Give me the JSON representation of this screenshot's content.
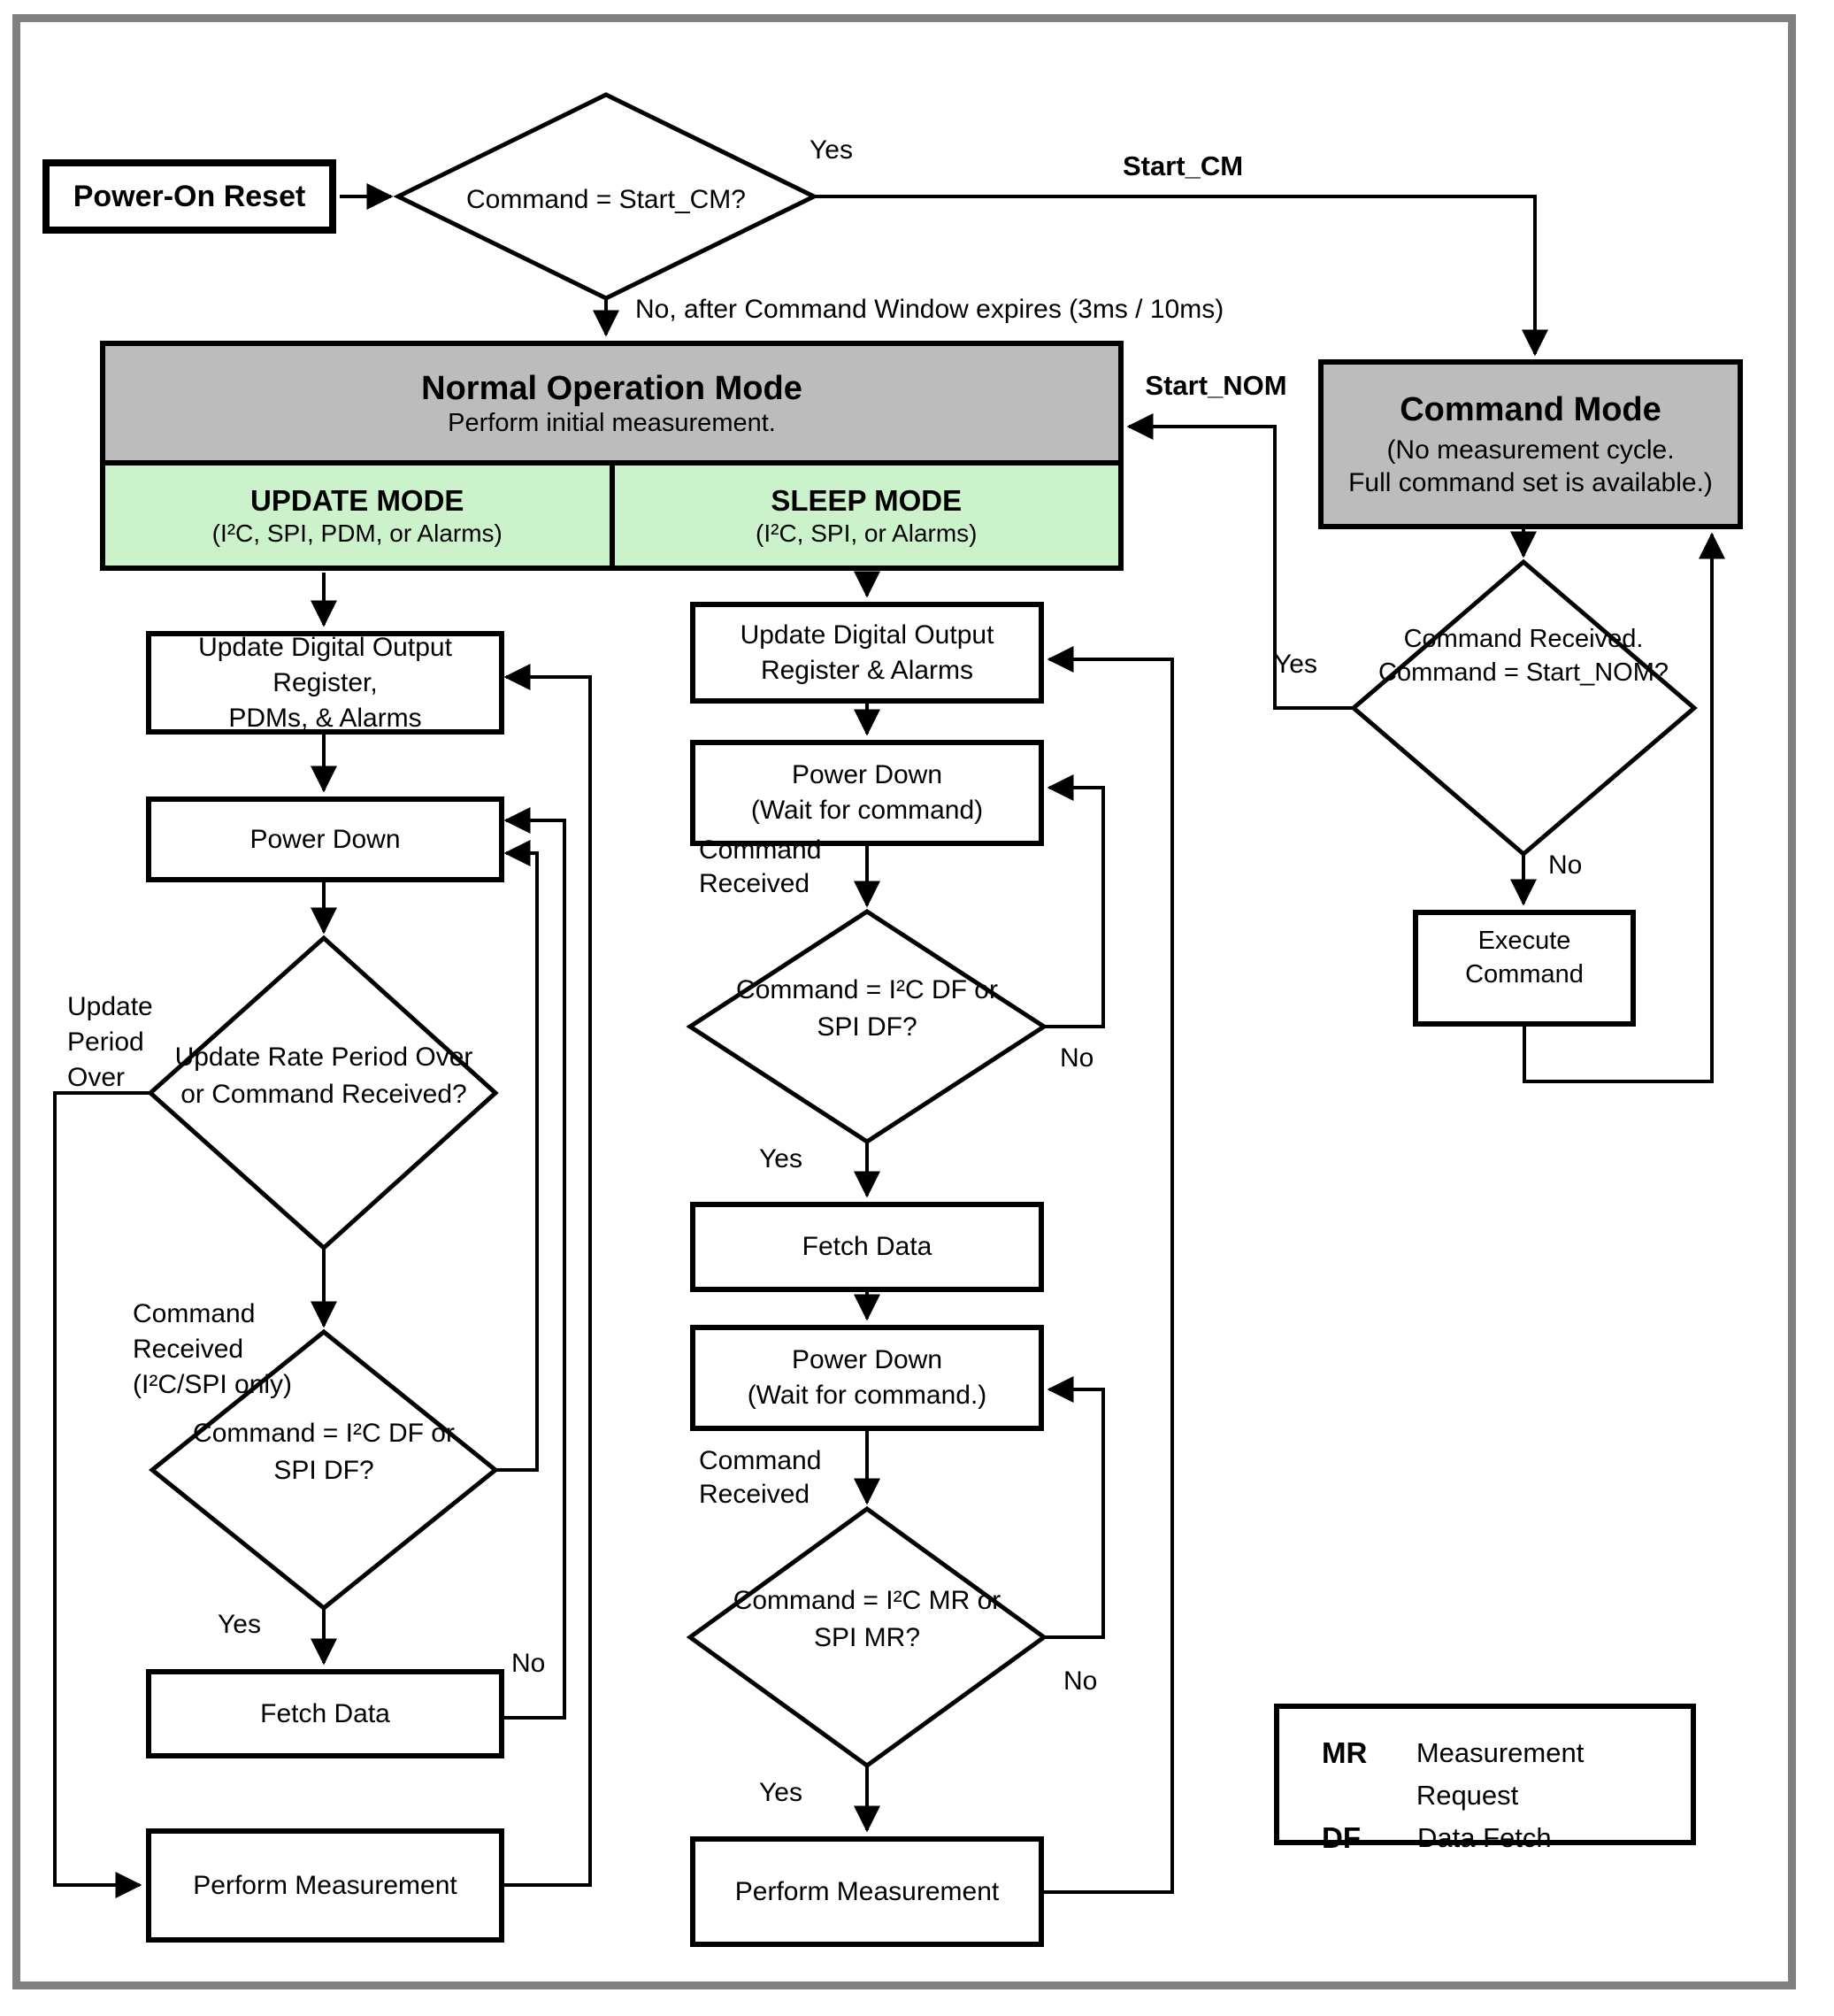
{
  "colors": {
    "box_gray": "#bcbcbc",
    "box_green": "#ccf2cc",
    "frame_gray": "#808080",
    "line_black": "#000000"
  },
  "top": {
    "power_on_reset": "Power-On Reset",
    "decision_start_cm": "Command = Start_CM?",
    "yes_label": "Yes",
    "start_cm_label": "Start_CM",
    "no_after_label": "No, after Command Window expires (3ms / 10ms)"
  },
  "normal_operation_mode": {
    "title": "Normal Operation Mode",
    "subtitle": "Perform initial measurement.",
    "update_mode_title": "UPDATE MODE",
    "update_mode_subtitle": "(I²C, SPI, PDM, or Alarms)",
    "sleep_mode_title": "SLEEP MODE",
    "sleep_mode_subtitle": "(I²C, SPI, or Alarms)"
  },
  "command_mode": {
    "title": "Command Mode",
    "subtitle_line1": "(No measurement cycle.",
    "subtitle_line2": "Full command set is available.)",
    "start_nom_label": "Start_NOM",
    "yes_label": "Yes",
    "no_label": "No",
    "decision_line1": "Command",
    "decision_line2": "Received.",
    "decision_line3": "Command =",
    "decision_line4": "Start_NOM?",
    "execute_line1": "Execute",
    "execute_line2": "Command"
  },
  "update_mode_column": {
    "update_box_line1": "Update Digital Output Register,",
    "update_box_line2": "PDMs, & Alarms",
    "power_down": "Power Down",
    "update_period_line1": "Update",
    "update_period_line2": "Period",
    "update_period_line3": "Over",
    "decision1_line1": "Update Rate Period",
    "decision1_line2": "Over or Command",
    "decision1_line3": "Received?",
    "command_received_line1": "Command",
    "command_received_line2": "Received",
    "command_received_line3": "(I²C/SPI only)",
    "decision2_line1": "Command =",
    "decision2_line2": "I²C DF or",
    "decision2_line3": "SPI DF?",
    "no_label": "No",
    "yes_label": "Yes",
    "fetch_data": "Fetch Data",
    "perform_measurement": "Perform Measurement"
  },
  "sleep_mode_column": {
    "update_box_line1": "Update Digital Output",
    "update_box_line2": "Register & Alarms",
    "power_down1_line1": "Power Down",
    "power_down1_line2": "(Wait for command)",
    "command_received1_line1": "Command",
    "command_received1_line2": "Received",
    "decision_df_line1": "Command =",
    "decision_df_line2": "I²C DF or",
    "decision_df_line3": "SPI DF?",
    "no1_label": "No",
    "yes1_label": "Yes",
    "fetch_data": "Fetch Data",
    "power_down2_line1": "Power Down",
    "power_down2_line2": "(Wait for command.)",
    "command_received2_line1": "Command",
    "command_received2_line2": "Received",
    "decision_mr_line1": "Command =",
    "decision_mr_line2": "I²C MR or",
    "decision_mr_line3": "SPI MR?",
    "no2_label": "No",
    "yes2_label": "Yes",
    "perform_measurement": "Perform Measurement"
  },
  "legend": {
    "mr_term": "MR",
    "mr_definition": "Measurement Request",
    "df_term": "DF",
    "df_definition": "Data Fetch"
  }
}
